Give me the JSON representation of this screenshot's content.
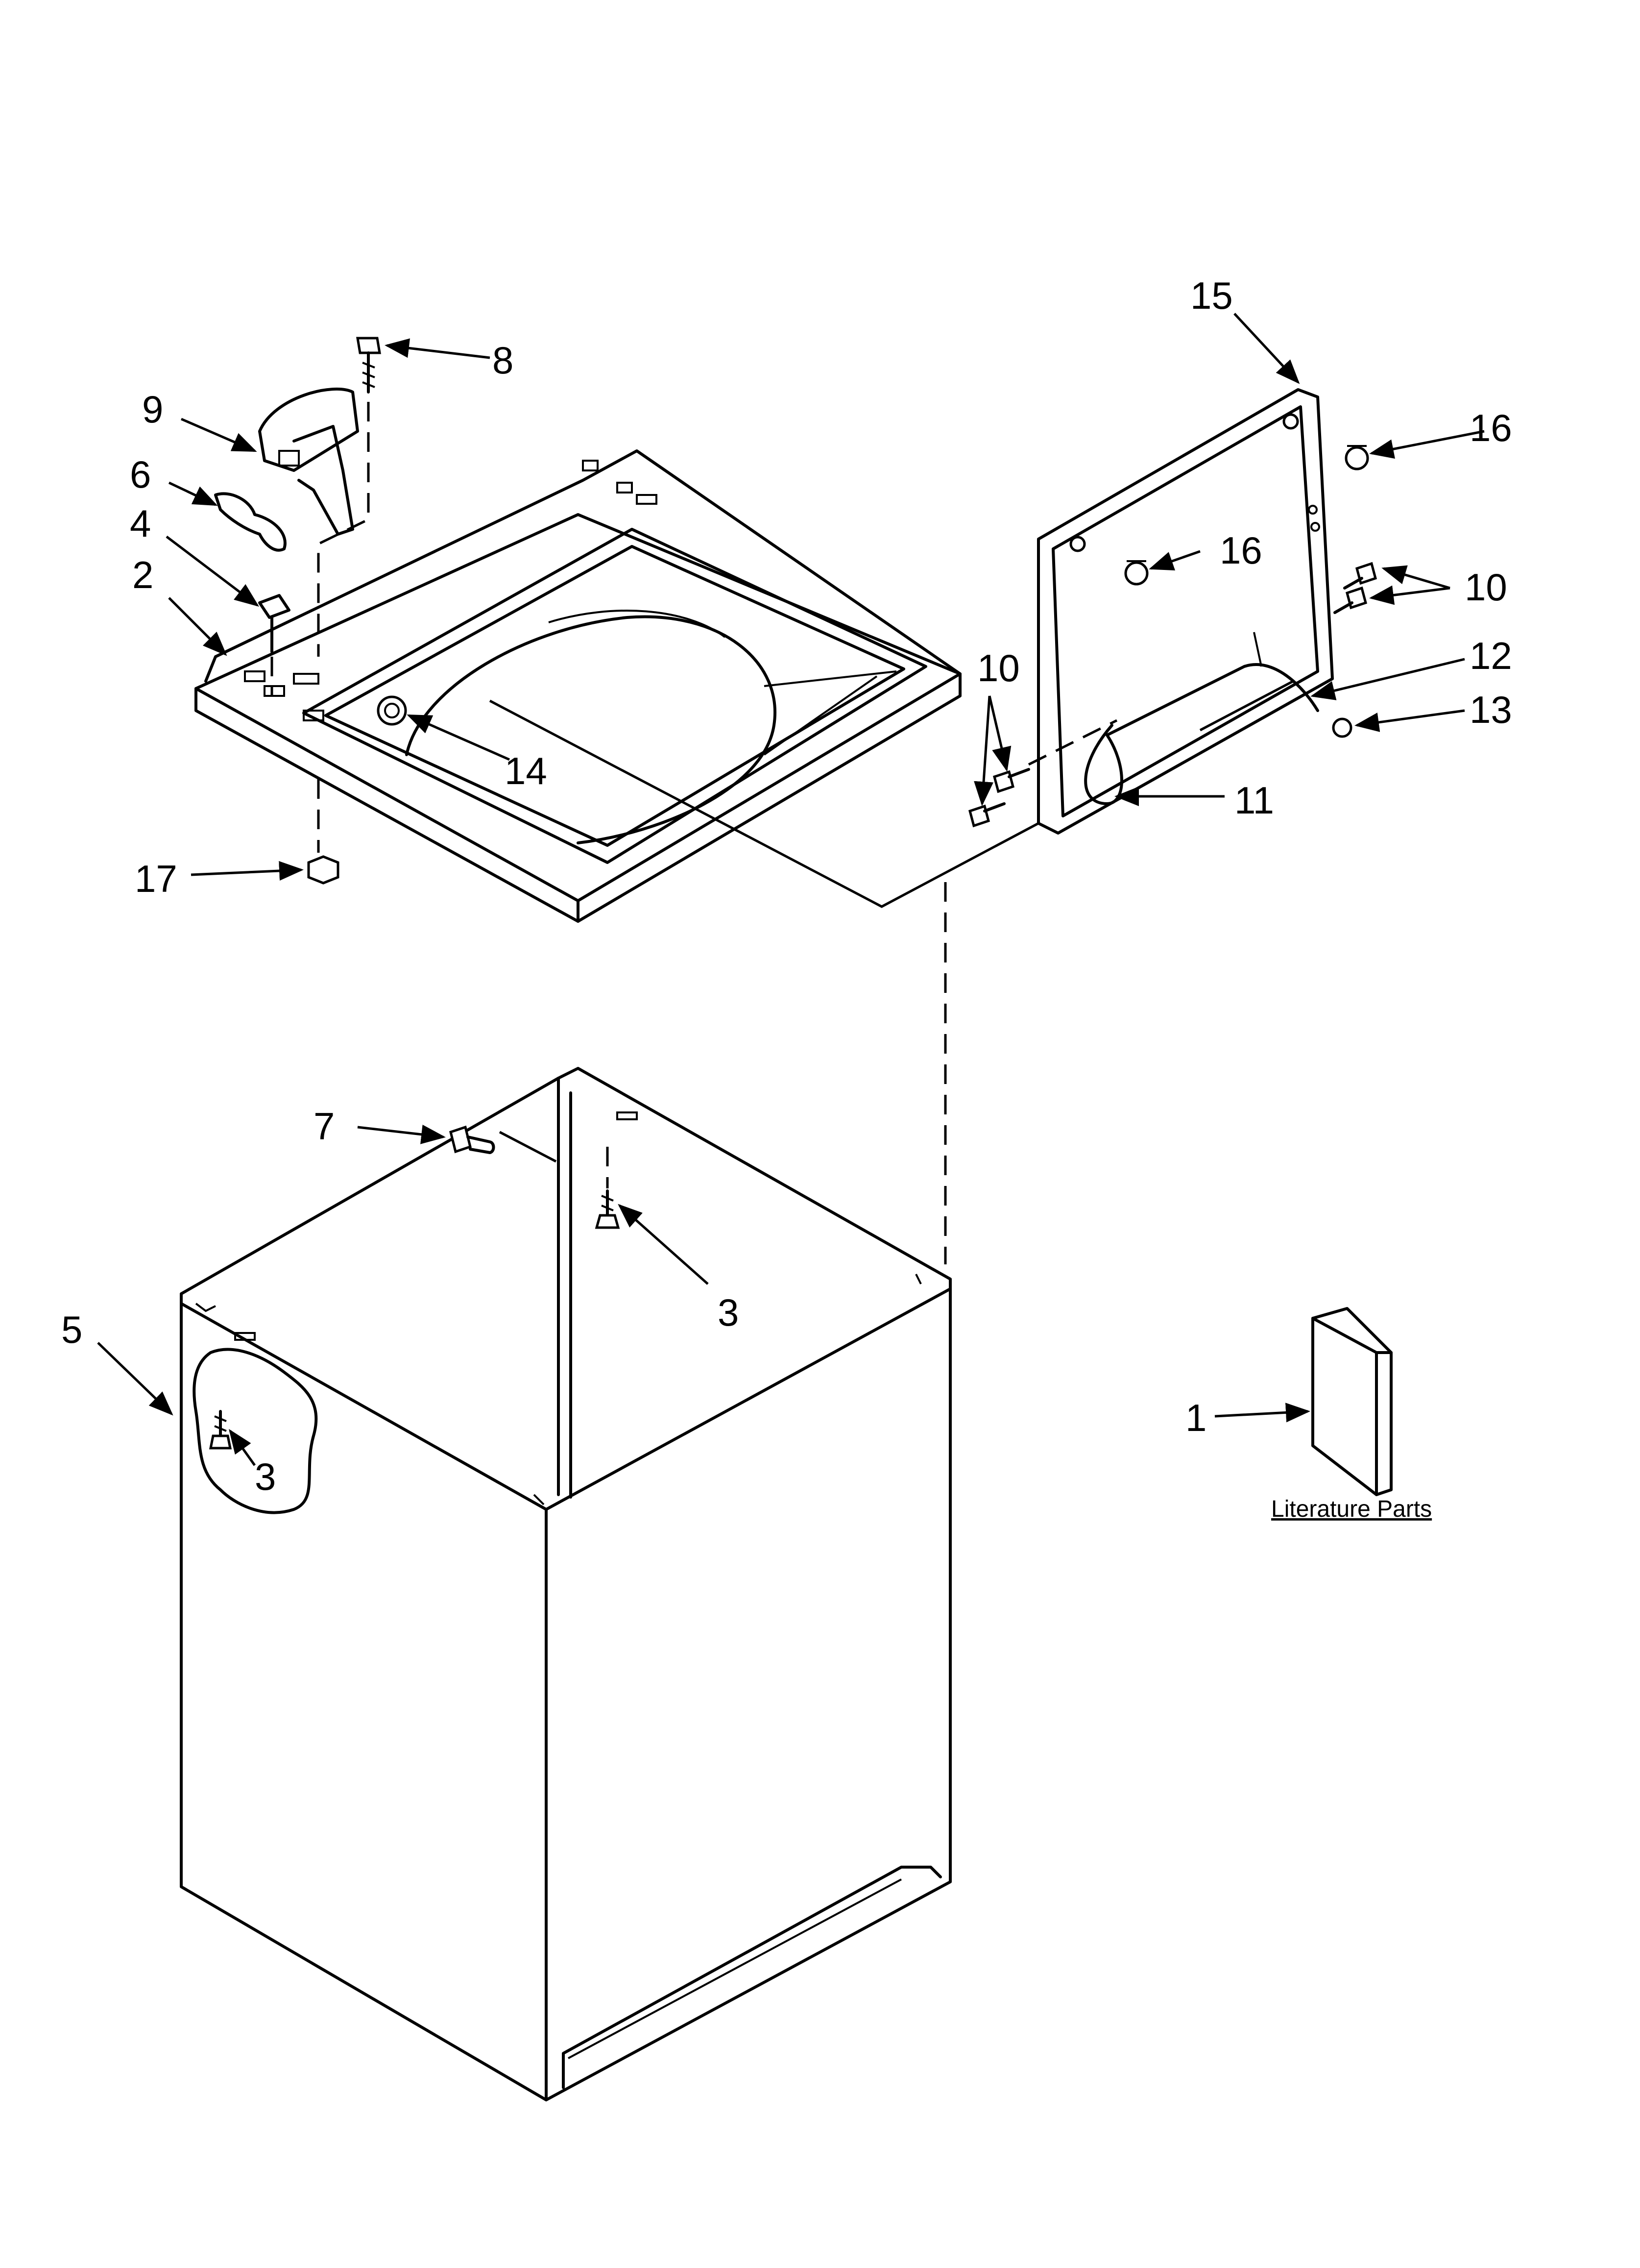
{
  "diagram": {
    "callouts": [
      {
        "id": "c1",
        "label": "1"
      },
      {
        "id": "c2",
        "label": "2"
      },
      {
        "id": "c3a",
        "label": "3"
      },
      {
        "id": "c3b",
        "label": "3"
      },
      {
        "id": "c4",
        "label": "4"
      },
      {
        "id": "c5",
        "label": "5"
      },
      {
        "id": "c6",
        "label": "6"
      },
      {
        "id": "c7",
        "label": "7"
      },
      {
        "id": "c8",
        "label": "8"
      },
      {
        "id": "c9",
        "label": "9"
      },
      {
        "id": "c10a",
        "label": "10"
      },
      {
        "id": "c10b",
        "label": "10"
      },
      {
        "id": "c11",
        "label": "11"
      },
      {
        "id": "c12",
        "label": "12"
      },
      {
        "id": "c13",
        "label": "13"
      },
      {
        "id": "c14",
        "label": "14"
      },
      {
        "id": "c15",
        "label": "15"
      },
      {
        "id": "c16a",
        "label": "16"
      },
      {
        "id": "c16b",
        "label": "16"
      },
      {
        "id": "c17",
        "label": "17"
      }
    ],
    "literature_caption": "Literature Parts"
  }
}
